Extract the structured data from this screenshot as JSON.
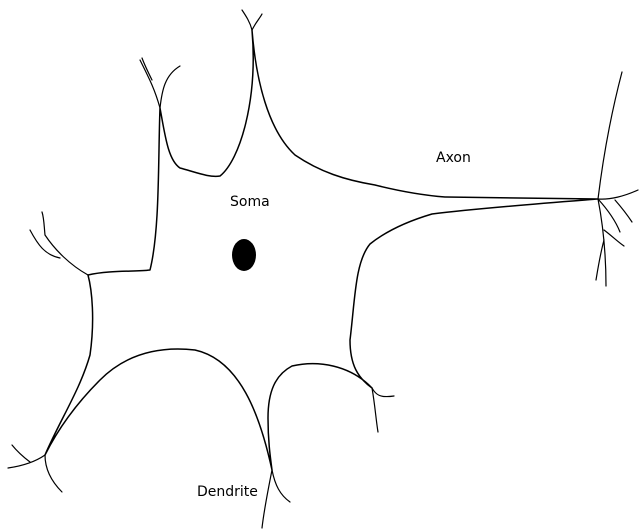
{
  "labels": {
    "soma": "Soma",
    "axon": "Axon",
    "dendrite": "Dendrite"
  },
  "colors": {
    "stroke": "#000000",
    "background": "#ffffff"
  }
}
